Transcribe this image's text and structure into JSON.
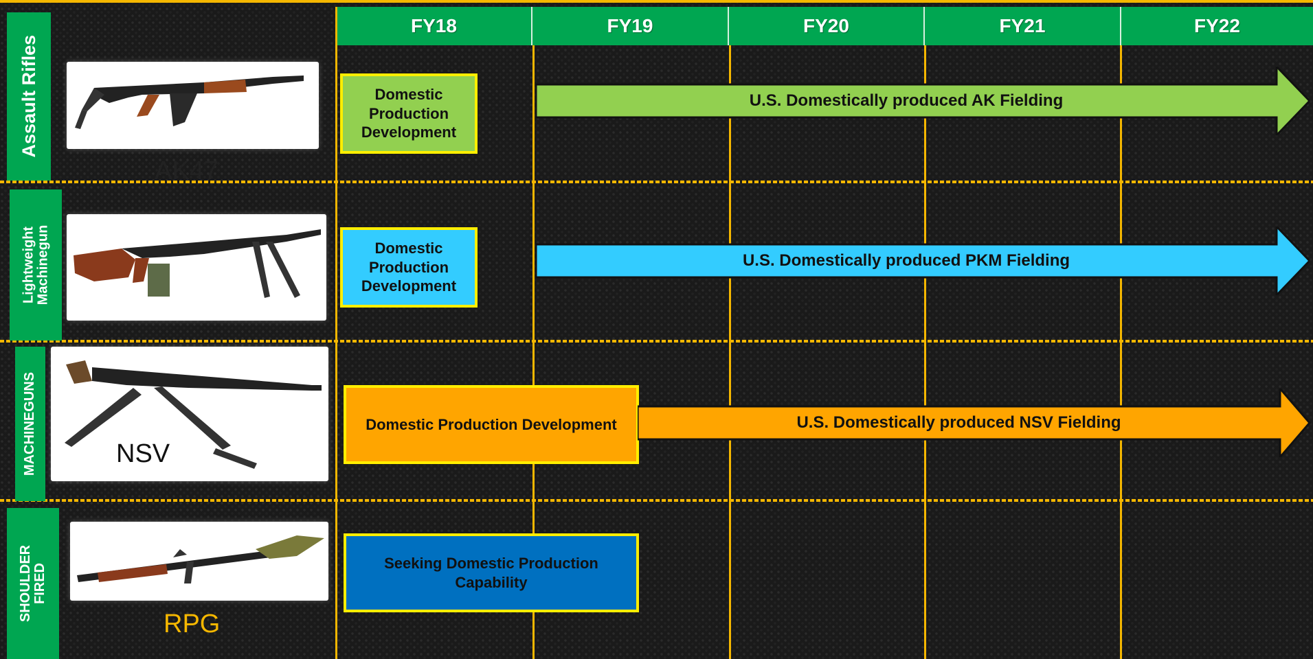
{
  "header": {
    "years": [
      "FY18",
      "FY19",
      "FY20",
      "FY21",
      "FY22"
    ]
  },
  "rows": [
    {
      "category": "Assault Rifles",
      "weapon_label": "AK47",
      "development": "Domestic Production Development",
      "fielding": "U.S. Domestically produced AK Fielding",
      "color": "#92d050"
    },
    {
      "category": "Lightweight Machinegun",
      "weapon_label": "",
      "development": "Domestic Production Development",
      "fielding": "U.S. Domestically produced PKM Fielding",
      "color": "#33ccff"
    },
    {
      "category": "MACHINEGUNS",
      "weapon_label": "NSV",
      "development": "Domestic Production Development",
      "fielding": "U.S. Domestically produced NSV Fielding",
      "color": "#ffa500"
    },
    {
      "category": "SHOULDER FIRED",
      "weapon_label": "RPG",
      "development": "Seeking Domestic Production Capability",
      "fielding": "",
      "color": "#0070c0"
    }
  ],
  "colors": {
    "header_green": "#00a651",
    "grid_gold": "#f5b700",
    "box_border_yellow": "#ffee00"
  },
  "icons": [
    "ak47-rifle-photo",
    "pkm-machinegun-photo",
    "nsv-machinegun-photo",
    "rpg-launcher-photo"
  ]
}
